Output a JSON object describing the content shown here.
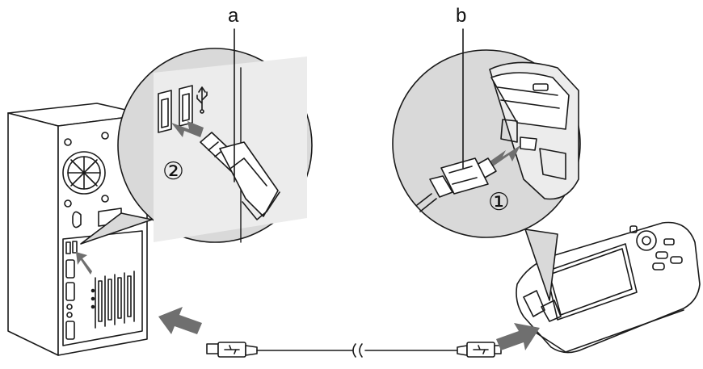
{
  "labels": {
    "a": "a",
    "b": "b",
    "step_1": "①",
    "step_2": "②"
  },
  "colors": {
    "line": "#1a1a1a",
    "zoom_fill": "#d9d9d9",
    "arrow": "#6f6f6f",
    "background": "#ffffff"
  }
}
